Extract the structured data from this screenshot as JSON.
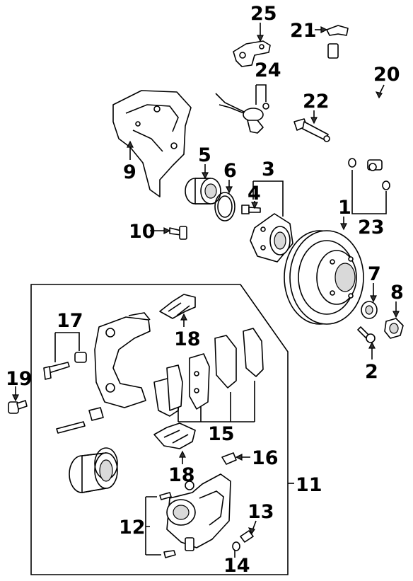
{
  "callouts": {
    "c1": "1",
    "c2": "2",
    "c3": "3",
    "c4": "4",
    "c5": "5",
    "c6": "6",
    "c7": "7",
    "c8": "8",
    "c9": "9",
    "c10": "10",
    "c11": "11",
    "c12": "12",
    "c13": "13",
    "c14": "14",
    "c15": "15",
    "c16": "16",
    "c17": "17",
    "c18a": "18",
    "c18b": "18",
    "c19": "19",
    "c20": "20",
    "c21": "21",
    "c22": "22",
    "c23": "23",
    "c24": "24",
    "c25": "25"
  },
  "parts": [
    {
      "number": "1",
      "icon": "brake-rotor-icon"
    },
    {
      "number": "2",
      "icon": "wheel-stud-icon"
    },
    {
      "number": "3",
      "icon": "wheel-hub-icon"
    },
    {
      "number": "4",
      "icon": "hub-bolt-icon"
    },
    {
      "number": "5",
      "icon": "wheel-bearing-icon"
    },
    {
      "number": "6",
      "icon": "snap-ring-icon"
    },
    {
      "number": "7",
      "icon": "washer-icon"
    },
    {
      "number": "8",
      "icon": "hub-nut-icon"
    },
    {
      "number": "9",
      "icon": "splash-shield-icon"
    },
    {
      "number": "10",
      "icon": "shield-bolt-icon"
    },
    {
      "number": "11",
      "icon": "caliper-assembly-icon"
    },
    {
      "number": "12",
      "icon": "caliper-bolt-icon"
    },
    {
      "number": "13",
      "icon": "bleeder-screw-icon"
    },
    {
      "number": "14",
      "icon": "bleeder-cap-icon"
    },
    {
      "number": "15",
      "icon": "brake-pads-icon"
    },
    {
      "number": "16",
      "icon": "pad-clip-icon"
    },
    {
      "number": "17",
      "icon": "guide-pin-icon"
    },
    {
      "number": "18",
      "icon": "anti-rattle-clip-icon"
    },
    {
      "number": "19",
      "icon": "caliper-mount-bolt-icon"
    },
    {
      "number": "20",
      "icon": "brake-hose-icon"
    },
    {
      "number": "21",
      "icon": "hose-clip-icon"
    },
    {
      "number": "22",
      "icon": "banjo-bolt-icon"
    },
    {
      "number": "23",
      "icon": "copper-washer-icon"
    },
    {
      "number": "24",
      "icon": "abs-sensor-icon"
    },
    {
      "number": "25",
      "icon": "sensor-bracket-icon"
    }
  ]
}
